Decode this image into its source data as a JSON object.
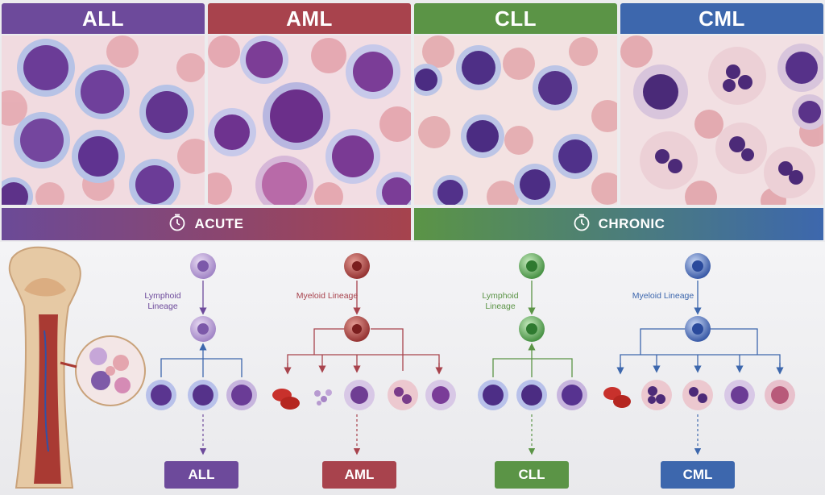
{
  "panels": [
    {
      "id": "all",
      "title": "ALL",
      "color": "#6d4a9b"
    },
    {
      "id": "aml",
      "title": "AML",
      "color": "#a8434d"
    },
    {
      "id": "cll",
      "title": "CLL",
      "color": "#5b9446"
    },
    {
      "id": "cml",
      "title": "CML",
      "color": "#3d67ad"
    }
  ],
  "bands": {
    "acute": "ACUTE",
    "chronic": "CHRONIC"
  },
  "lineages": {
    "all": "Lymphoid Lineage",
    "aml": "Myeloid Lineage",
    "cll": "Lymphoid Lineage",
    "cml": "Myeloid Lineage"
  },
  "results": {
    "all": "ALL",
    "aml": "AML",
    "cll": "CLL",
    "cml": "CML"
  },
  "icons": {
    "band": "stopwatch-icon"
  }
}
